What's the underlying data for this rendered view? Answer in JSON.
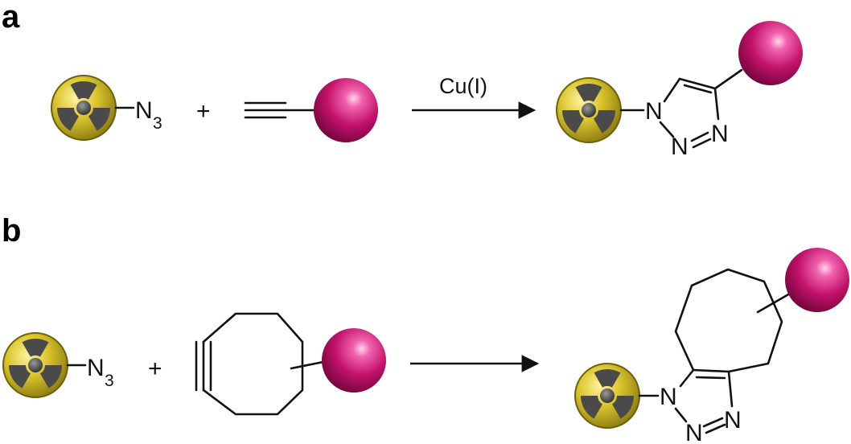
{
  "panels": [
    {
      "label": "a",
      "azide_label": "N",
      "azide_subscript": "3",
      "plus": "+",
      "reagent": "terminal alkyne",
      "catalyst": "Cu(I)",
      "product_atoms": [
        "N",
        "N",
        "N"
      ]
    },
    {
      "label": "b",
      "azide_label": "N",
      "azide_subscript": "3",
      "plus": "+",
      "reagent": "cyclooctyne",
      "catalyst": "",
      "product_atoms": [
        "N",
        "N",
        "N"
      ]
    }
  ],
  "colors": {
    "radionuclide_gold": "#d9c22a",
    "radionuclide_dark": "#4a4a4a",
    "cargo_magenta": "#c2126a",
    "line": "#111111"
  },
  "icons": {
    "radionuclide": "radioactive-trefoil-icon",
    "cargo": "magenta-sphere-icon"
  }
}
